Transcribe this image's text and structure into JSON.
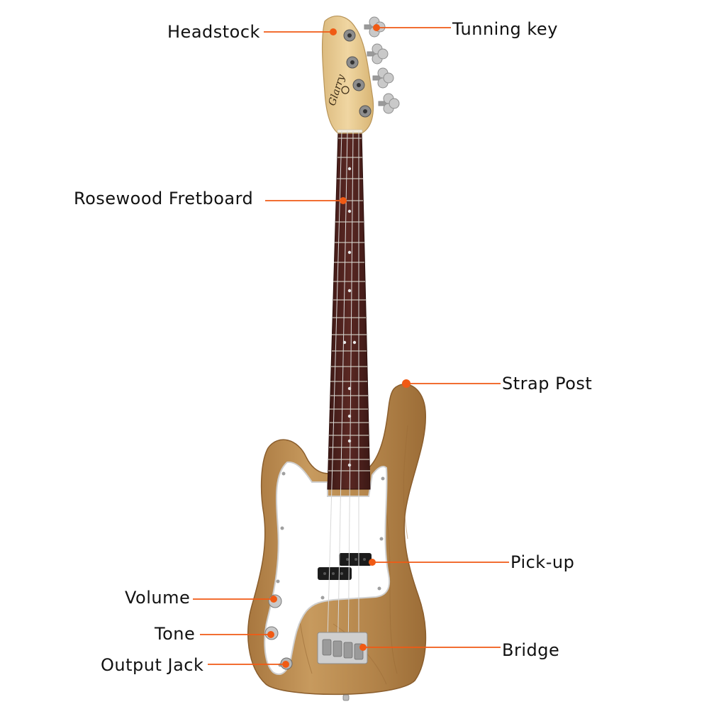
{
  "colors": {
    "accent": "#f05a14",
    "body_wood": "#b98a4f",
    "pickguard": "#ffffff",
    "fretboard": "#4a1f1c",
    "headstock": "#e9cc92"
  },
  "headstock_logo": "Glarry",
  "labels": {
    "headstock": "Headstock",
    "tuning_key": "Tunning key",
    "fretboard": "Rosewood Fretboard",
    "strap_post": "Strap Post",
    "pickup": "Pick-up",
    "volume": "Volume",
    "tone": "Tone",
    "bridge": "Bridge",
    "output_jack": "Output Jack"
  }
}
